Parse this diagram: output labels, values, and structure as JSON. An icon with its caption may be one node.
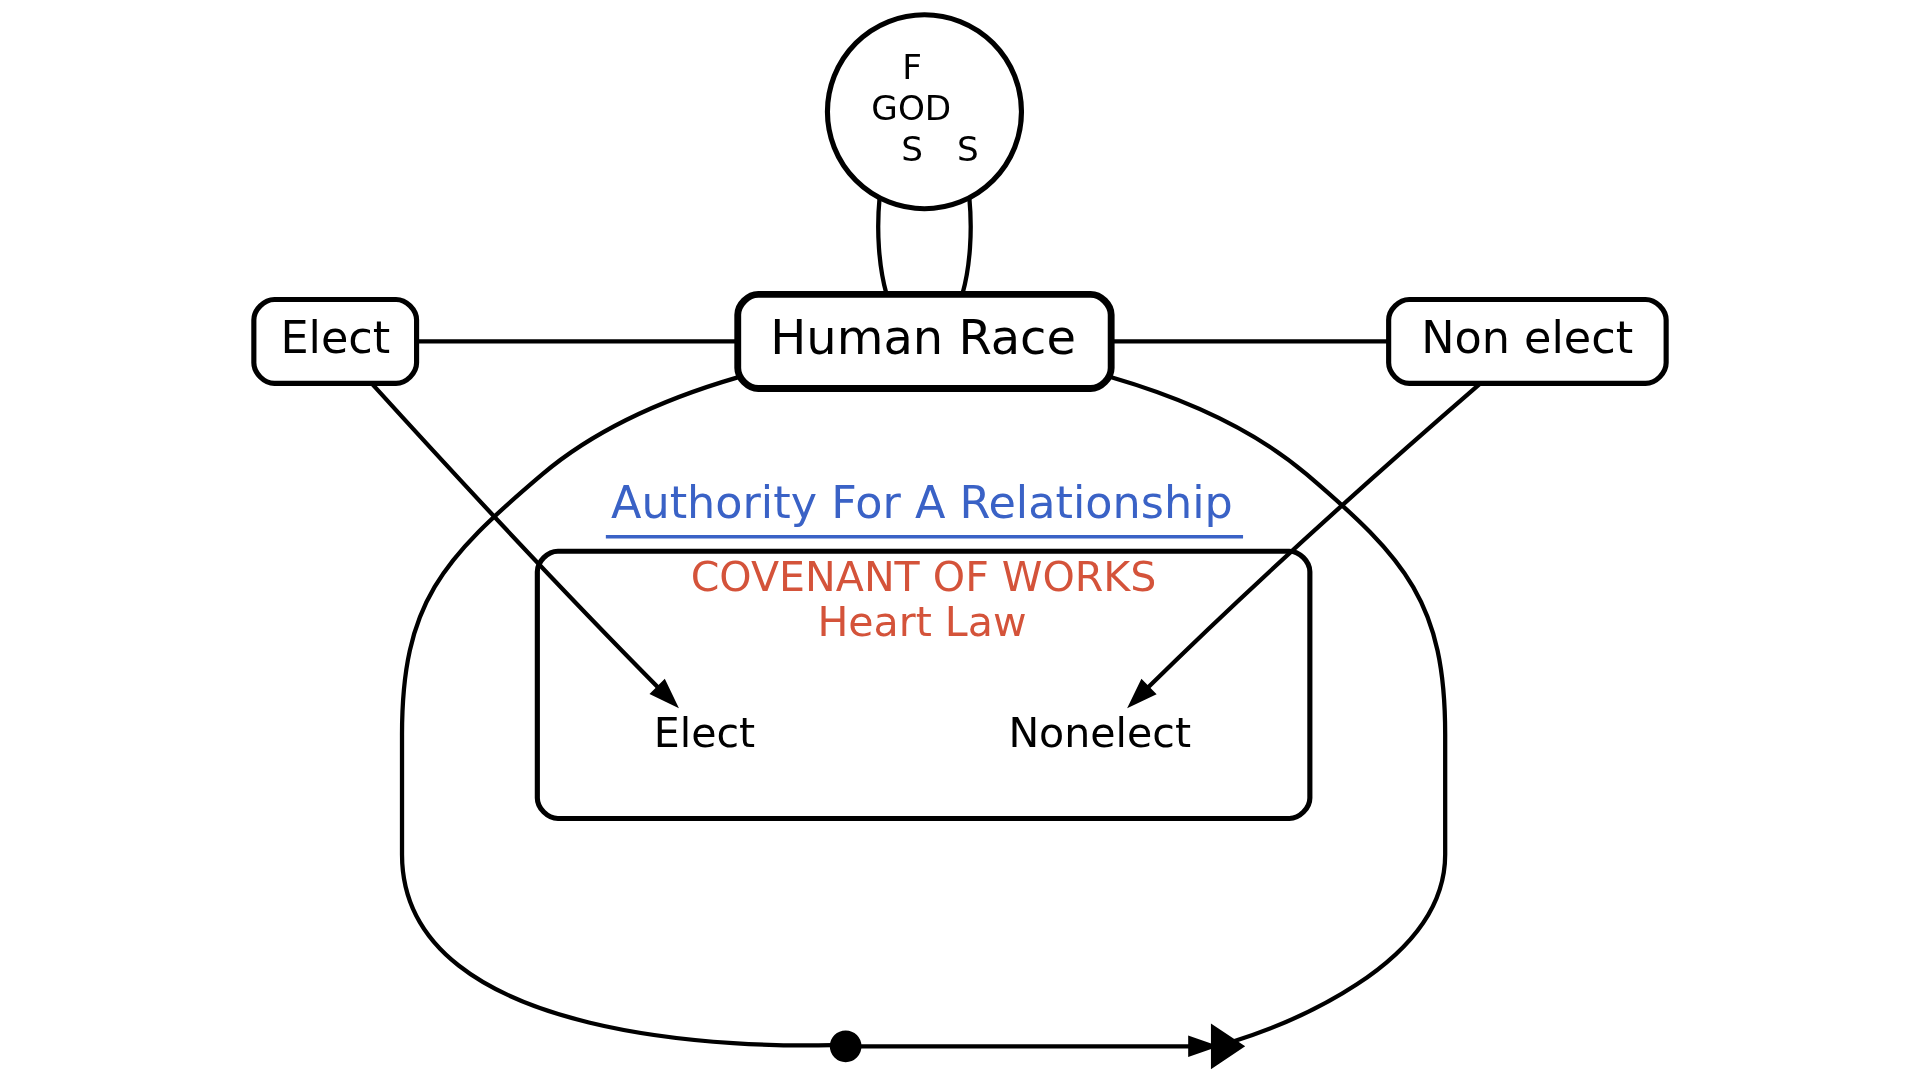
{
  "diagram": {
    "nodes": [
      {
        "text": [
          "F",
          "GOD",
          "S",
          "S"
        ]
      },
      {
        "text": [
          "Elect"
        ]
      },
      {
        "text": [
          "Human Race"
        ]
      },
      {
        "text": [
          "Non elect"
        ]
      },
      {
        "text": [
          "COVENANT OF WORKS",
          "Heart Law"
        ]
      },
      {
        "text": [
          "Elect"
        ],
        "in": 4
      },
      {
        "text": [
          "Nonelect"
        ],
        "in": 4
      },
      {
        "text": [],
        "shape": "dot"
      },
      {
        "text": [],
        "shape": "triangle"
      }
    ],
    "edges": [
      {
        "from": 0,
        "to": 2,
        "arrow": "none"
      },
      {
        "from": 0,
        "to": 2,
        "arrow": "none"
      },
      {
        "from": 1,
        "to": 2,
        "arrow": "none"
      },
      {
        "from": 2,
        "to": 3,
        "arrow": "none"
      },
      {
        "from": 1,
        "to": 5,
        "arrow": "to"
      },
      {
        "from": 3,
        "to": 6,
        "arrow": "to"
      },
      {
        "from": 2,
        "to": 7,
        "arrow": "none"
      },
      {
        "from": 2,
        "to": 8,
        "arrow": "none"
      },
      {
        "from": 7,
        "to": 8,
        "arrow": "to"
      }
    ],
    "labels": [
      "Authority For A Relationship"
    ]
  }
}
